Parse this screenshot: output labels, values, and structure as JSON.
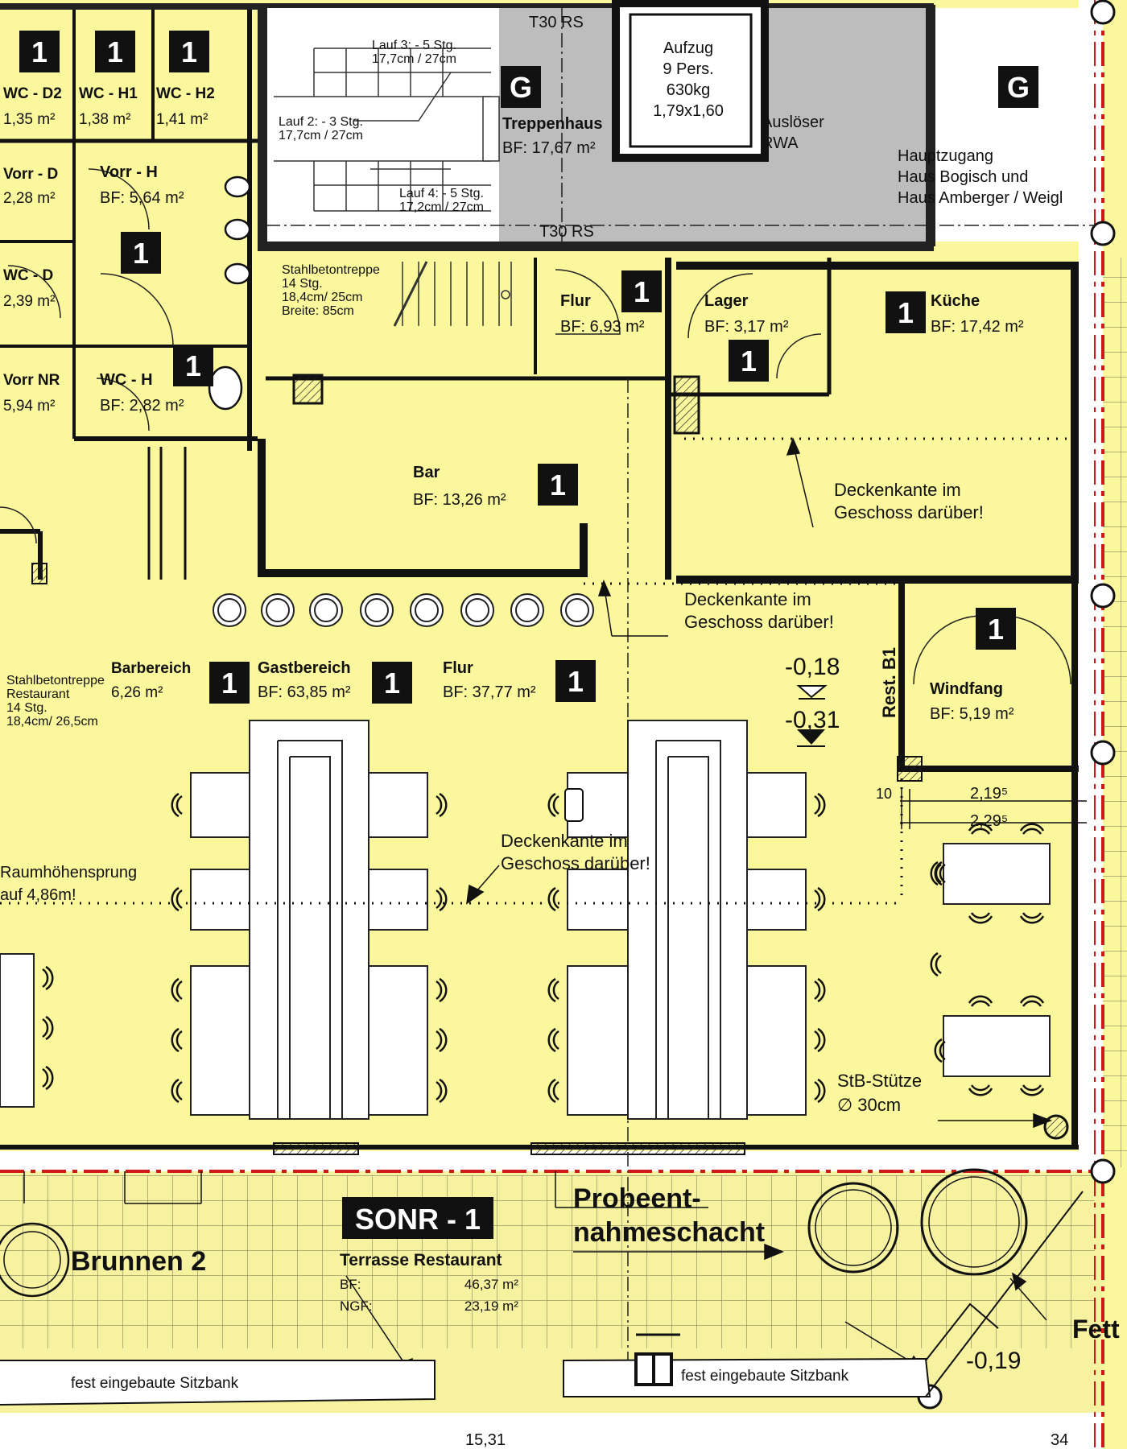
{
  "rooms": [
    {
      "name": "WC - D2",
      "area": "1,35 m²"
    },
    {
      "name": "WC - H1",
      "area": "1,38 m²"
    },
    {
      "name": "WC - H2",
      "area": "1,41 m²"
    },
    {
      "name": "Vorr - D",
      "area": "2,28 m²"
    },
    {
      "name": "Vorr - H",
      "area": "BF: 5,64 m²"
    },
    {
      "name": "WC - D",
      "area": "2,39 m²"
    },
    {
      "name": "Vorr NR",
      "area": "5,94 m²"
    },
    {
      "name": "WC - H",
      "area": "BF: 2,82 m²"
    },
    {
      "name": "Treppenhaus",
      "area": "BF:  17,67 m²"
    },
    {
      "name": "Flur",
      "area": "BF: 6,93 m²"
    },
    {
      "name": "Lager",
      "area": "BF: 3,17 m²"
    },
    {
      "name": "Küche",
      "area": "BF: 17,42 m²"
    },
    {
      "name": "Bar",
      "area": "BF: 13,26 m²"
    },
    {
      "name": "Barbereich",
      "area": "6,26 m²"
    },
    {
      "name": "Gastbereich",
      "area": "BF: 63,85 m²"
    },
    {
      "name": "Flur",
      "area": "BF: 37,77 m²"
    },
    {
      "name": "Windfang",
      "area": "BF: 5,19 m²"
    }
  ],
  "stairs": {
    "lauf3": [
      "Lauf 3: - 5 Stg.",
      "17,7cm / 27cm"
    ],
    "lauf2": [
      "Lauf 2: - 3 Stg.",
      "17,7cm / 27cm"
    ],
    "lauf4": [
      "Lauf 4: - 5 Stg.",
      "17,2cm / 27cm"
    ],
    "stb1": [
      "Stahlbetontreppe",
      "14 Stg.",
      "18,4cm/ 25cm",
      "Breite: 85cm"
    ],
    "stb2": [
      "Stahlbetontreppe",
      "Restaurant",
      "14 Stg.",
      "18,4cm/ 26,5cm"
    ]
  },
  "aufzug": [
    "Aufzug",
    "9 Pers.",
    "630kg",
    "1,79x1,60"
  ],
  "doors": {
    "t30_top": "T30 RS",
    "t30_bottom": "T30 RS"
  },
  "ausloeser": [
    "Auslöser",
    "RWA"
  ],
  "hauptzugang": [
    "Hauptzugang",
    "Haus Bogisch und",
    "Haus Amberger / Weigl"
  ],
  "zone_badges": {
    "one": "1",
    "g": "G"
  },
  "notes": {
    "deckenkante": [
      "Deckenkante im",
      "Geschoss darüber!"
    ],
    "raumhoehe": [
      "Raumhöhensprung",
      "auf 4,86m!"
    ],
    "stuetze": [
      "StB-Stütze",
      "∅ 30cm"
    ],
    "rest_b1": "Rest. B1",
    "sitzbank": "fest eingebaute Sitzbank",
    "brunnen": "Brunnen 2",
    "probe": [
      "Probeent-",
      "nahmeschacht"
    ],
    "fett": "Fett"
  },
  "levels": {
    "l1": "-0,18",
    "l2": "-0,31",
    "l3": "-0,19"
  },
  "dims": {
    "d10": "10",
    "d219": "2,19⁵",
    "d229": "2,29⁵",
    "d1531": "15,31",
    "d34": "34"
  },
  "terrace": {
    "zone": "SONR - 1",
    "title": "Terrasse Restaurant",
    "bf_label": "BF:",
    "bf_value": "46,37 m²",
    "ngf_label": "NGF:",
    "ngf_value": "23,19 m²"
  },
  "colors": {
    "room_fill": "#fbf79c",
    "stair_gray": "#bdbdbd",
    "terrace_fill": "#f7f2a0",
    "boundary_red": "#d01818",
    "wall": "#111111"
  }
}
